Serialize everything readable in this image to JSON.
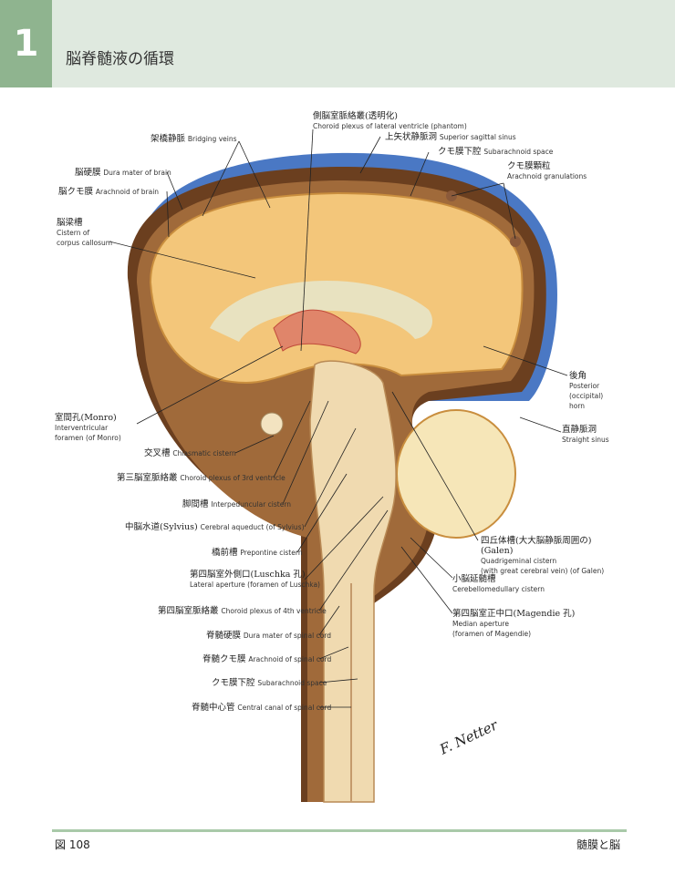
{
  "header": {
    "chapter": "1",
    "title": "脳脊髄液の循環"
  },
  "labels": {
    "choroid_lat": {
      "ja": "側脳室脈絡叢(透明化)",
      "en": "Choroid plexus of lateral ventricle (phantom)"
    },
    "sup_sag": {
      "ja": "上矢状静脈洞",
      "en": "Superior sagittal sinus"
    },
    "bridging": {
      "ja": "架橋静脈",
      "en": "Bridging veins"
    },
    "subarach": {
      "ja": "クモ膜下腔",
      "en": "Subarachnoid space"
    },
    "arach_gran": {
      "ja": "クモ膜顆粒",
      "en": "Arachnoid granulations"
    },
    "dura_brain": {
      "ja": "脳硬膜",
      "en": "Dura mater of brain"
    },
    "arach_brain": {
      "ja": "脳クモ膜",
      "en": "Arachnoid of brain"
    },
    "cist_cc": {
      "ja": "脳梁槽",
      "en1": "Cistern of",
      "en2": "corpus callosum"
    },
    "post_horn": {
      "ja": "後角",
      "en1": "Posterior",
      "en2": "(occipital)",
      "en3": "horn"
    },
    "monro": {
      "ja": "室間孔(Monro)",
      "en1": "Interventricular",
      "en2": "foramen (of Monro)"
    },
    "straight": {
      "ja": "直静脈洞",
      "en": "Straight sinus"
    },
    "chiasm": {
      "ja": "交叉槽",
      "en": "Chiasmatic cistern"
    },
    "chor3": {
      "ja": "第三脳室脈絡叢",
      "en": "Choroid plexus of 3rd ventricle"
    },
    "interped": {
      "ja": "脚間槽",
      "en": "Interpeduncular cistern"
    },
    "aqueduct": {
      "ja": "中脳水道(Sylvius)",
      "en": "Cerebral aqueduct (of Sylvius)"
    },
    "prepont": {
      "ja": "橋前槽",
      "en": "Prepontine cistern"
    },
    "quad": {
      "ja": "四丘体槽(大大脳静脈周囲の)",
      "ja2": "(Galen)",
      "en1": "Quadrigeminal cistern",
      "en2": "(with great cerebral vein) (of Galen)"
    },
    "luschka": {
      "ja": "第四脳室外側口(Luschka 孔)",
      "en": "Lateral aperture (foramen of Luschka)"
    },
    "cerebmed": {
      "ja": "小脳延髄槽",
      "en": "Cerebellomedullary cistern"
    },
    "chor4": {
      "ja": "第四脳室脈絡叢",
      "en": "Choroid plexus of 4th ventricle"
    },
    "magendie": {
      "ja": "第四脳室正中口(Magendie 孔)",
      "en1": "Median aperture",
      "en2": "(foramen of Magendie)"
    },
    "dura_sc": {
      "ja": "脊髄硬膜",
      "en": "Dura mater of spinal cord"
    },
    "arach_sc": {
      "ja": "脊髄クモ膜",
      "en": "Arachnoid of spinal cord"
    },
    "subarach2": {
      "ja": "クモ膜下腔",
      "en": "Subarachnoid space"
    },
    "central": {
      "ja": "脊髄中心管",
      "en": "Central canal of spinal cord"
    }
  },
  "footer": {
    "figure": "図 108",
    "section": "髄膜と脳"
  },
  "signature": "F. Netter"
}
